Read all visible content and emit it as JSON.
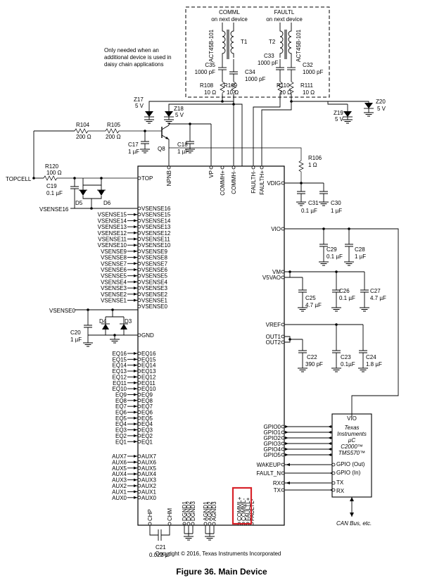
{
  "figure_caption": "Figure 36.  Main Device",
  "copyright": "Copyright © 2016, Texas Instruments Incorporated",
  "daisy_note": [
    "Only needed when an",
    "additional device is used in",
    "daisy chain applications"
  ],
  "transformers": [
    {
      "net": "COMML",
      "sub": "on next device",
      "ref": "T1",
      "part": "ACT45B-101"
    },
    {
      "net": "FAULTL",
      "sub": "on next device",
      "ref": "T2",
      "part": "ACT45B-101"
    }
  ],
  "components": {
    "C35": [
      "C35",
      "1000 pF"
    ],
    "C34": [
      "C34",
      "1000 pF"
    ],
    "C33": [
      "C33",
      "1000 pF"
    ],
    "C32": [
      "C32",
      "1000 pF"
    ],
    "R108": [
      "R108",
      "10 Ω"
    ],
    "R109": [
      "R109",
      "10 Ω"
    ],
    "R110": [
      "R110",
      "10 Ω"
    ],
    "R111": [
      "R111",
      "10 Ω"
    ],
    "Z17": [
      "Z17",
      "5 V"
    ],
    "Z18": [
      "Z18",
      "5 V"
    ],
    "Z19": [
      "Z19",
      "5 V"
    ],
    "Z20": [
      "Z20",
      "5 V"
    ],
    "R104": [
      "R104",
      "200 Ω"
    ],
    "R105": [
      "R105",
      "200 Ω"
    ],
    "C17": [
      "C17",
      "1 µF"
    ],
    "C18": [
      "C18",
      "1 µF"
    ],
    "Q8": [
      "Q8"
    ],
    "R120": [
      "R120",
      "100 Ω"
    ],
    "C19": [
      "C19",
      "0.1 µF"
    ],
    "D5": [
      "D5"
    ],
    "D6": [
      "D6"
    ],
    "R106": [
      "R106",
      "1 Ω"
    ],
    "C31": [
      "C31",
      "0.1 µF"
    ],
    "C30": [
      "C30",
      "1 µF"
    ],
    "C29": [
      "C29",
      "0.1 µF"
    ],
    "C28": [
      "C28",
      "1 µF"
    ],
    "C25": [
      "C25",
      "4.7 µF"
    ],
    "C26": [
      "C26",
      "0.1 µF"
    ],
    "C27": [
      "C27",
      "4.7 µF"
    ],
    "C22": [
      "C22",
      "390 pF"
    ],
    "C23": [
      "C23",
      "0.1µF"
    ],
    "C24": [
      "C24",
      "1.8 µF"
    ],
    "C20": [
      "C20",
      "1 µF"
    ],
    "D4": [
      "D4"
    ],
    "D3": [
      "D3"
    ],
    "C21": [
      "C21",
      "0.022 µF"
    ]
  },
  "external_nets": {
    "topcell": "TOPCELL",
    "vsense16": "VSENSE16",
    "vsense0": "VSENSE0"
  },
  "ic_top_pins": [
    "NPNB",
    "VP",
    "COMMH+",
    "COMMH-",
    "FAULTH-",
    "FAULTH+"
  ],
  "ic_left_pins": [
    "TOP",
    "VSENSE16",
    "VSENSE15",
    "VSENSE14",
    "VSENSE13",
    "VSENSE12",
    "VSENSE11",
    "VSENSE10",
    "VSENSE9",
    "VSENSE8",
    "VSENSE7",
    "VSENSE6",
    "VSENSE5",
    "VSENSE4",
    "VSENSE3",
    "VSENSE2",
    "VSENSE1",
    "VSENSE0",
    "GND",
    "EQ16",
    "EQ15",
    "EQ14",
    "EQ13",
    "EQ12",
    "EQ11",
    "EQ10",
    "EQ9",
    "EQ8",
    "EQ7",
    "EQ6",
    "EQ5",
    "EQ4",
    "EQ3",
    "EQ2",
    "EQ1",
    "AUX7",
    "AUX6",
    "AUX5",
    "AUX4",
    "AUX3",
    "AUX2",
    "AUX1",
    "AUX0"
  ],
  "ic_left_nets": [
    "VSENSE15",
    "VSENSE14",
    "VSENSE13",
    "VSENSE12",
    "VSENSE11",
    "VSENSE10",
    "VSENSE9",
    "VSENSE8",
    "VSENSE7",
    "VSENSE6",
    "VSENSE5",
    "VSENSE4",
    "VSENSE3",
    "VSENSE2",
    "VSENSE1",
    "EQ16",
    "EQ15",
    "EQ14",
    "EQ13",
    "EQ12",
    "EQ11",
    "EQ10",
    "EQ9",
    "EQ8",
    "EQ7",
    "EQ6",
    "EQ5",
    "EQ4",
    "EQ3",
    "EQ2",
    "EQ1",
    "AUX7",
    "AUX6",
    "AUX5",
    "AUX4",
    "AUX3",
    "AUX2",
    "AUX1",
    "AUX0"
  ],
  "ic_right_pins": [
    "VDIG",
    "VIO",
    "VM",
    "V5VAO",
    "VREF",
    "OUT1",
    "OUT2",
    "GPIO0",
    "GPIO1",
    "GPIO2",
    "GPIO3",
    "GPIO4",
    "GPIO5",
    "WAKEUP",
    "FAULT_N",
    "RX",
    "TX"
  ],
  "ic_bottom_pins": [
    "CHP",
    "CHM",
    "DGND1",
    "DGND2",
    "DGND3",
    "AGND1",
    "AGND2",
    "AGND3",
    "COMML+",
    "COMML-",
    "FAULTL+",
    "FAULTL-"
  ],
  "mcu": {
    "vio": "VIO",
    "lines": [
      "Texas",
      "Instruments",
      "µC",
      "C2000™",
      "TMS570™"
    ],
    "pins": [
      "GPIO (Out)",
      "GPIO (In)",
      "TX",
      "RX"
    ],
    "bus": "CAN Bus, etc."
  }
}
